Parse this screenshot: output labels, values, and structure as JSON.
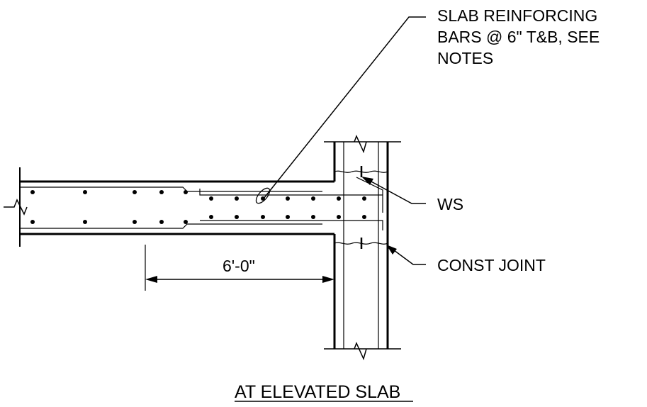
{
  "detail": {
    "callouts": {
      "slab_reinforcing": {
        "line1": "SLAB REINFORCING",
        "line2": "BARS @ 6\" T&B, SEE",
        "line3": "NOTES"
      },
      "ws": "WS",
      "const_joint": "CONST JOINT"
    },
    "dimension": {
      "label": "6'-0\""
    },
    "title": "AT ELEVATED SLAB"
  },
  "colors": {
    "ink": "#000000",
    "paper": "#ffffff"
  }
}
